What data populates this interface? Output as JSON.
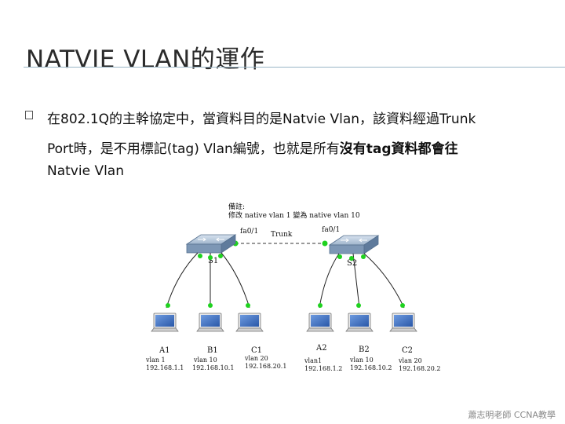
{
  "title": "NATVIE VLAN的運作",
  "paragraph": {
    "line1": "在802.1Q的主幹協定中，當資料目的是Natvie Vlan，該資料經過Trunk",
    "line2_normal": "Port時，是不用標記(tag) Vlan編號，也就是所有",
    "line2_bold": "沒有tag資料都會往",
    "line3": "Natvie Vlan"
  },
  "diagram": {
    "note_line1": "備註:",
    "note_line2": "修改 native vlan 1 變為 native vlan 10",
    "port_left": "fa0/1",
    "port_right": "fa0/1",
    "link_label": "Trunk",
    "switch_left": "S1",
    "switch_right": "S2",
    "hosts": [
      {
        "name": "A1",
        "vlan": "vlan 1",
        "ip": "192.168.1.1"
      },
      {
        "name": "B1",
        "vlan": "vlan 10",
        "ip": "192.168.10.1"
      },
      {
        "name": "C1",
        "vlan": "vlan 20",
        "ip": "192.168.20.1"
      },
      {
        "name": "A2",
        "vlan": "vlan1",
        "ip": "192.168.1.2"
      },
      {
        "name": "B2",
        "vlan": "vlan 10",
        "ip": "192.168.10.2"
      },
      {
        "name": "C2",
        "vlan": "vlan 20",
        "ip": "192.168.20.2"
      }
    ],
    "colors": {
      "link": "#333333",
      "port_dot": "#1fd21f",
      "switch": "#7d97b5",
      "pc_screen": "#3d6fc2"
    }
  },
  "footer": "蕭志明老師 CCNA教學"
}
